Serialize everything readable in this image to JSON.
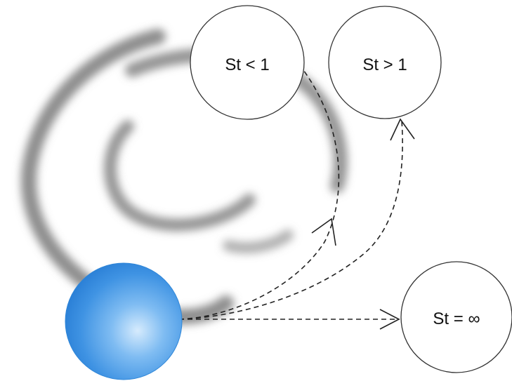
{
  "labels": {
    "st_lt_1": "St < 1",
    "st_gt_1": "St > 1",
    "st_inf": "St = ∞"
  },
  "colors": {
    "particle": "#3d8fe0",
    "particle_highlight": "#cfe6fb",
    "vortex_shadow": "#7a7a7a",
    "circle_stroke": "#333333",
    "trajectory": "#222222"
  }
}
